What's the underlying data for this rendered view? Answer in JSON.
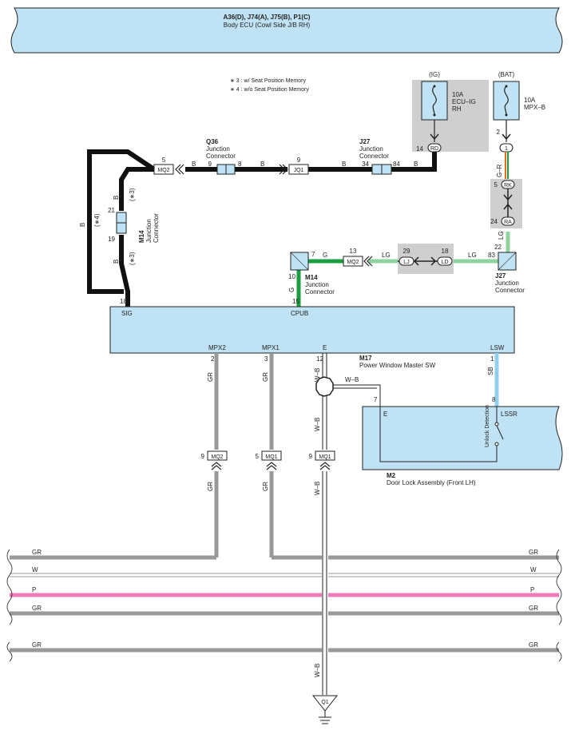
{
  "ecu": {
    "codes": "A36(D), J74(A), J75(B), P1(C)",
    "name": "Body ECU (Cowl Side J/B RH)"
  },
  "notes": {
    "n3": "∗ 3 : w/ Seat Position Memory",
    "n4": "∗ 4 : w/o Seat Position Memory"
  },
  "fuses": {
    "ig": {
      "source": "(IG)",
      "amp": "10A",
      "name": "ECU–IG",
      "sub": "RH",
      "pin": "14",
      "conn": "RD"
    },
    "bat": {
      "source": "(BAT)",
      "amp": "10A",
      "name": "MPX–B",
      "pin": "2",
      "conn": "1"
    }
  },
  "junctions": {
    "q36": {
      "id": "Q36",
      "l1": "Junction",
      "l2": "Connector",
      "p1": "9",
      "p2": "8"
    },
    "j27a": {
      "id": "J27",
      "l1": "Junction",
      "l2": "Connector",
      "p1": "34",
      "p2": "84"
    },
    "m14a": {
      "id": "M14",
      "l1": "Junction",
      "l2": "Connector",
      "p1": "21",
      "p2": "19"
    },
    "m14b": {
      "id": "M14",
      "l1": "Junction",
      "l2": "Connector",
      "p1": "7",
      "p2": "10"
    },
    "j27b": {
      "id": "J27",
      "l1": "Junction",
      "l2": "Connector",
      "p1": "22",
      "p2": "83"
    }
  },
  "connectors": {
    "mq2_top": {
      "label": "MQ2",
      "pin": "5"
    },
    "jq1": {
      "label": "JQ1",
      "pin": "9"
    },
    "mq2_mid": {
      "label": "MQ2",
      "pin": "13"
    },
    "lj": {
      "label": "LJ",
      "pin": "29"
    },
    "ld": {
      "label": "LD",
      "pin": "18"
    },
    "rk": {
      "label": "RK",
      "pin": "5"
    },
    "ra": {
      "label": "RA",
      "pin": "24"
    },
    "mq2_bot": {
      "label": "MQ2",
      "pin": "9"
    },
    "mq1_a": {
      "label": "MQ1",
      "pin": "5"
    },
    "mq1_b": {
      "label": "MQ1",
      "pin": "9"
    }
  },
  "wires": {
    "b": "B",
    "gr": "GR",
    "g": "G",
    "lg": "LG",
    "sb": "SB",
    "wb": "W–B",
    "gr_r": "G–R",
    "w": "W",
    "p": "P",
    "star3": "(∗3)",
    "star4": "(∗4)"
  },
  "m17": {
    "id": "M17",
    "name": "Power Window Master SW",
    "pins": {
      "sig": "SIG",
      "cpub": "CPUB",
      "mpx2": "MPX2",
      "mpx1": "MPX1",
      "e": "E",
      "lsw": "LSW"
    },
    "nums": {
      "sig": "18",
      "cpub": "15",
      "mpx2": "2",
      "mpx1": "3",
      "e": "12",
      "lsw": "1"
    }
  },
  "m2": {
    "id": "M2",
    "name": "Door Lock Assembly (Front LH)",
    "e": "E",
    "lssr": "LSSR",
    "pin7": "7",
    "pin8": "8",
    "switch": "Unlock Detection"
  },
  "ground": {
    "label": "Q1"
  },
  "colors": {
    "ecu_fill": "#bfe3f4",
    "black": "#111111",
    "gray": "#999999",
    "green": "#1a9e3f",
    "lightgreen": "#8fd39f",
    "pink": "#f07ab9",
    "skyblue": "#8fd0ee",
    "shade": "#cfcfcf"
  }
}
